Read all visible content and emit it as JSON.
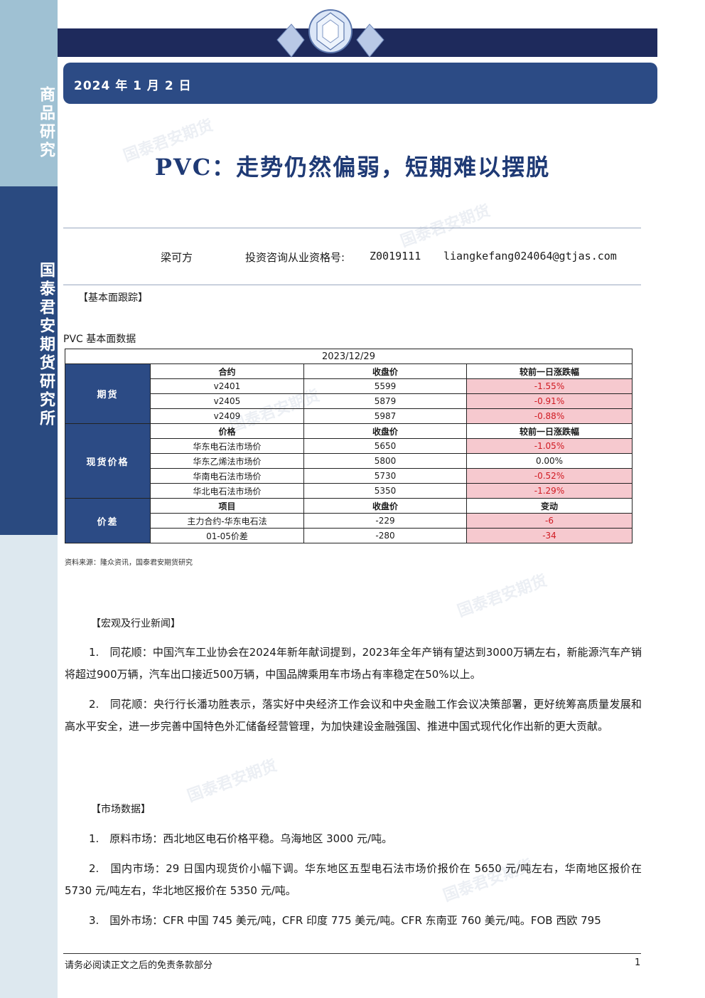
{
  "sidebar": {
    "top_label": "商品研究",
    "mid_label": "国泰君安期货研究所"
  },
  "header": {
    "date": "2024 年 1 月 2 日"
  },
  "title": "PVC：走势仍然偏弱，短期难以摆脱",
  "author": {
    "name": "梁可方",
    "license_label": "投资咨询从业资格号:",
    "license_no": "Z0019111",
    "email": "liangkefang024064@gtjas.com"
  },
  "sections": {
    "fundamentals": "【基本面跟踪】",
    "macro": "【宏观及行业新闻】",
    "market": "【市场数据】"
  },
  "table": {
    "caption": "PVC 基本面数据",
    "date": "2023/12/29",
    "groups": [
      {
        "category": "期货",
        "headers": [
          "合约",
          "收盘价",
          "较前一日涨跌幅"
        ],
        "rows": [
          [
            "v2401",
            "5599",
            "-1.55%"
          ],
          [
            "v2405",
            "5879",
            "-0.91%"
          ],
          [
            "v2409",
            "5987",
            "-0.88%"
          ]
        ]
      },
      {
        "category": "现货价格",
        "headers": [
          "价格",
          "收盘价",
          "较前一日涨跌幅"
        ],
        "rows": [
          [
            "华东电石法市场价",
            "5650",
            "-1.05%"
          ],
          [
            "华东乙烯法市场价",
            "5800",
            "0.00%"
          ],
          [
            "华南电石法市场价",
            "5730",
            "-0.52%"
          ],
          [
            "华北电石法市场价",
            "5350",
            "-1.29%"
          ]
        ]
      },
      {
        "category": "价差",
        "headers": [
          "项目",
          "收盘价",
          "变动"
        ],
        "rows": [
          [
            "主力合约-华东电石法",
            "-229",
            "-6"
          ],
          [
            "01-05价差",
            "-280",
            "-34"
          ]
        ]
      }
    ],
    "source": "资料来源：隆众资讯，国泰君安期货研究"
  },
  "macro_news": [
    "1.　同花顺：中国汽车工业协会在2024年新年献词提到，2023年全年产销有望达到3000万辆左右，新能源汽车产销将超过900万辆，汽车出口接近500万辆，中国品牌乘用车市场占有率稳定在50%以上。",
    "2.　同花顺：央行行长潘功胜表示，落实好中央经济工作会议和中央金融工作会议决策部署，更好统筹高质量发展和高水平安全，进一步完善中国特色外汇储备经营管理，为加快建设金融强国、推进中国式现代化作出新的更大贡献。"
  ],
  "market_data": [
    "1.　原料市场：西北地区电石价格平稳。乌海地区 3000 元/吨。",
    "2.　国内市场：29 日国内现货价小幅下调。华东地区五型电石法市场价报价在 5650 元/吨左右，华南地区报价在 5730 元/吨左右，华北地区报价在 5350 元/吨。",
    "3.　国外市场：CFR 中国 745 美元/吨，CFR 印度 775 美元/吨。CFR 东南亚 760 美元/吨。FOB 西欧 795"
  ],
  "footer": {
    "disclaimer": "请务必阅读正文之后的免责条款部分",
    "page": "1"
  },
  "watermark": "国泰君安期货",
  "colors": {
    "navy": "#2c4b85",
    "sidebar_light": "#9fc1d3",
    "negative_bg": "#f6c9cf",
    "negative_text": "#d01a22"
  }
}
